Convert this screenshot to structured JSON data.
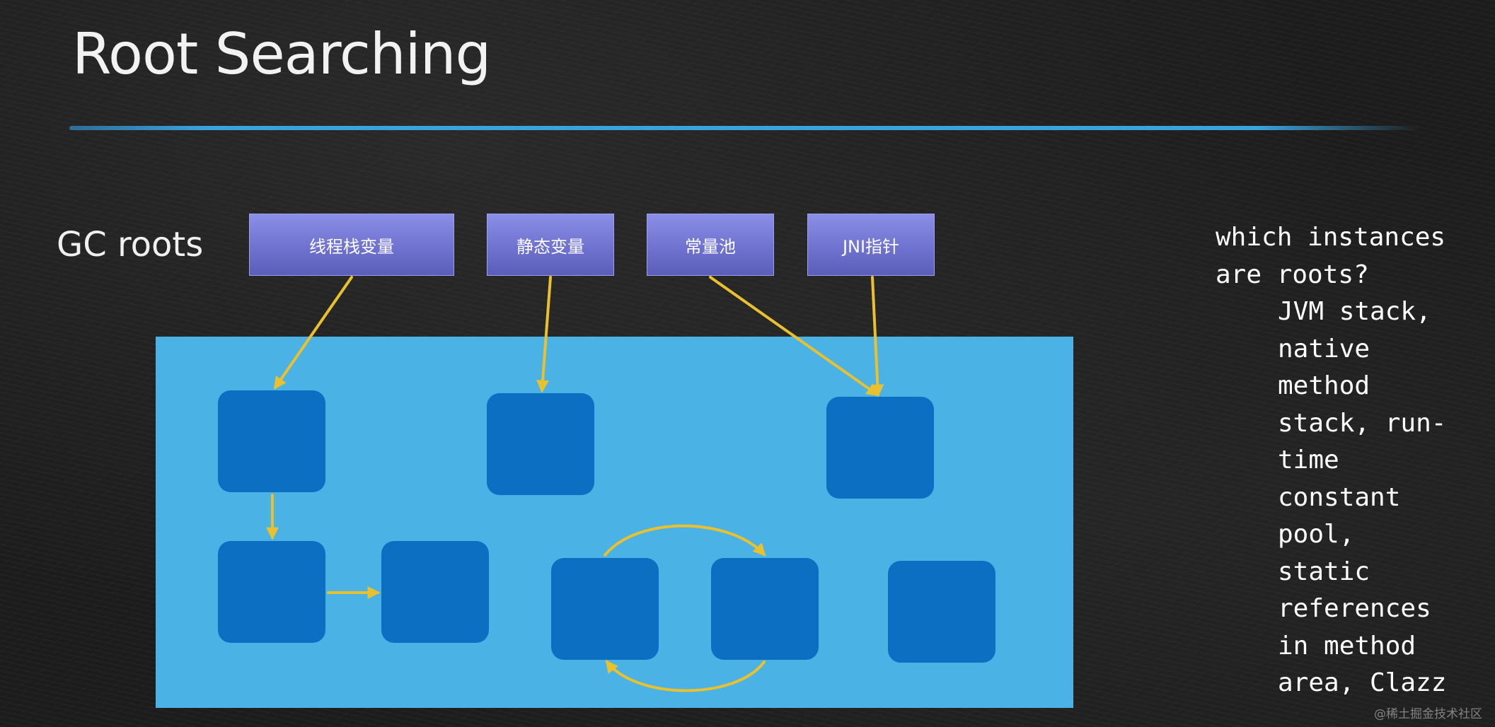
{
  "slide": {
    "title": "Root Searching",
    "gc_roots_label": "GC roots",
    "roots": [
      {
        "label": "线程栈变量"
      },
      {
        "label": "静态变量"
      },
      {
        "label": "常量池"
      },
      {
        "label": "JNI指针"
      }
    ],
    "side_text": {
      "question_lines": [
        "which instances",
        "are roots?"
      ],
      "answer_lines": [
        "JVM stack,",
        "native",
        "method",
        "stack, run-",
        "time",
        "constant",
        "pool,",
        "static",
        "references",
        "in method",
        "area, Clazz"
      ]
    },
    "watermark": "@稀土掘金技术社区"
  },
  "colors": {
    "background": "#1c1c1c",
    "title_rule": "#3aa2dd",
    "root_box": "#6f72cf",
    "heap": "#4bb2e6",
    "node": "#0d6fc2",
    "arrow": "#e9c12e"
  }
}
